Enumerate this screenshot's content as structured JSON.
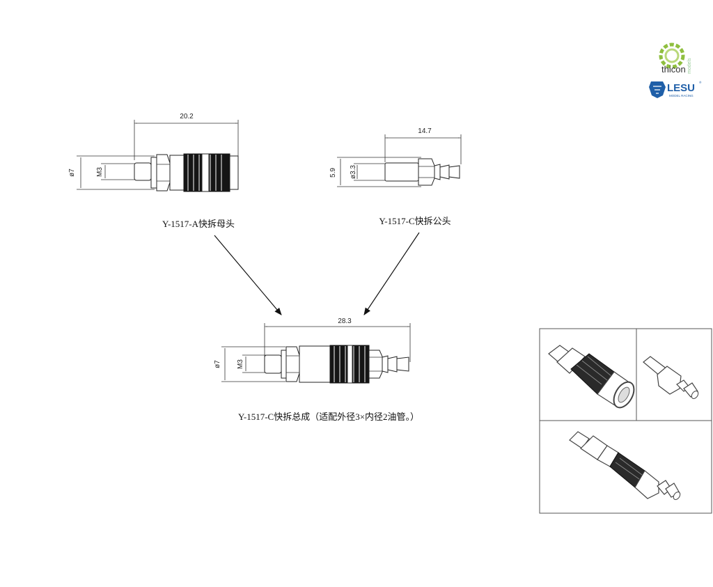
{
  "brand": {
    "thicon_name": "thicon",
    "thicon_sub": "models",
    "lesu_name": "LESU",
    "lesu_reg": "®",
    "lesu_sub": "MODEL RACING"
  },
  "drawings": {
    "female": {
      "length": "20.2",
      "diameter": "ø7",
      "thread": "M3",
      "caption": "Y-1517-A快拆母头"
    },
    "male": {
      "length": "14.7",
      "outer": "5.9",
      "inner": "ø3.3",
      "caption": "Y-1517-C快拆公头"
    },
    "assembly": {
      "length": "28.3",
      "diameter": "ø7",
      "thread": "M3",
      "caption": "Y-1517-C快拆总成（适配外径3×内径2油管。）"
    }
  },
  "colors": {
    "line": "#333333",
    "knurl": "#151515",
    "brand_green": "#8fbf3f",
    "brand_blue": "#1f5fa8"
  }
}
